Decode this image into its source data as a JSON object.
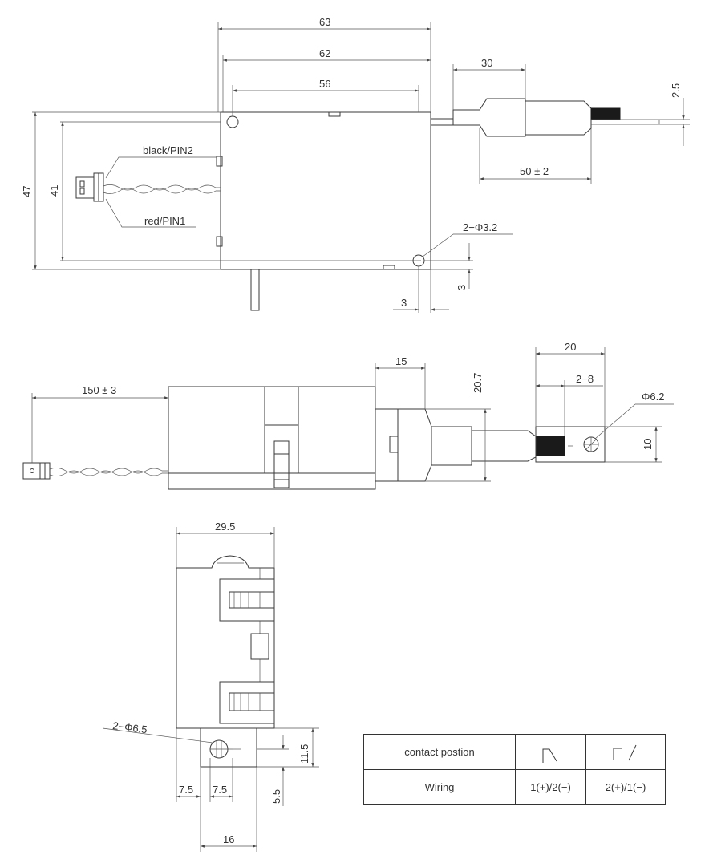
{
  "top_view": {
    "dims": {
      "d63": "63",
      "d62": "62",
      "d56": "56",
      "d30": "30",
      "d2_5": "2.5",
      "d50": "50 ± 2",
      "d47": "47",
      "d41": "41",
      "d3v": "3",
      "d3h": "3",
      "hole": "2−Φ3.2"
    },
    "labels": {
      "black": "black/PIN2",
      "red": "red/PIN1"
    }
  },
  "side_view": {
    "dims": {
      "d150": "150 ± 3",
      "d15": "15",
      "d20_7": "20.7",
      "d20": "20",
      "d2_8": "2−8",
      "phi": "Φ6.2",
      "d10": "10"
    }
  },
  "front_view": {
    "dims": {
      "d29_5": "29.5",
      "hole": "2−Φ6.5",
      "d11_5": "11.5",
      "d5_5": "5.5",
      "d7_5a": "7.5",
      "d7_5b": "7.5",
      "d16": "16"
    }
  },
  "contact_table": {
    "row1_label": "contact postion",
    "row2_label": "Wiring",
    "wiring_1": "1(+)/2(−)",
    "wiring_2": "2(+)/1(−)"
  }
}
